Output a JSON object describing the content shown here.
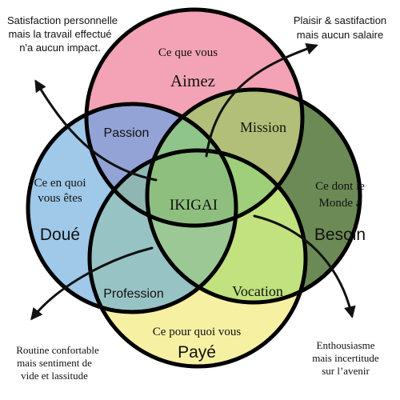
{
  "diagram": {
    "center_label": "IKIGAI",
    "circles": {
      "top": {
        "line1": "Ce que vous",
        "line2": "Aimez",
        "color": "#f3a3b5"
      },
      "left": {
        "line1": "Ce en quoi",
        "line2": "vous êtes",
        "line3": "Doué",
        "color": "#9fc8e9"
      },
      "right": {
        "line1": "Ce dont le",
        "line2": "Monde a",
        "line3": "Besoin",
        "color": "#6c8a55"
      },
      "bottom": {
        "line1": "Ce pour quoi vous",
        "line2": "Payé",
        "color": "#f6f0a3"
      }
    },
    "overlaps": {
      "passion": "Passion",
      "mission": "Mission",
      "profession": "Profession",
      "vocation": "Vocation"
    },
    "annotations": {
      "top_left": {
        "line1": "Satisfaction personnelle",
        "line2": "mais la travail effectué",
        "line3": "n'a aucun impact."
      },
      "top_right": {
        "line1": "Plaisir & sastifaction",
        "line2": "mais aucun salaire"
      },
      "bottom_left": {
        "line1": "Routine confortable",
        "line2": "mais sentiment de",
        "line3": "vide et lassitude"
      },
      "bottom_right": {
        "line1": "Enthousiasme",
        "line2": "mais incertitude",
        "line3": "sur l’avenir"
      }
    }
  }
}
